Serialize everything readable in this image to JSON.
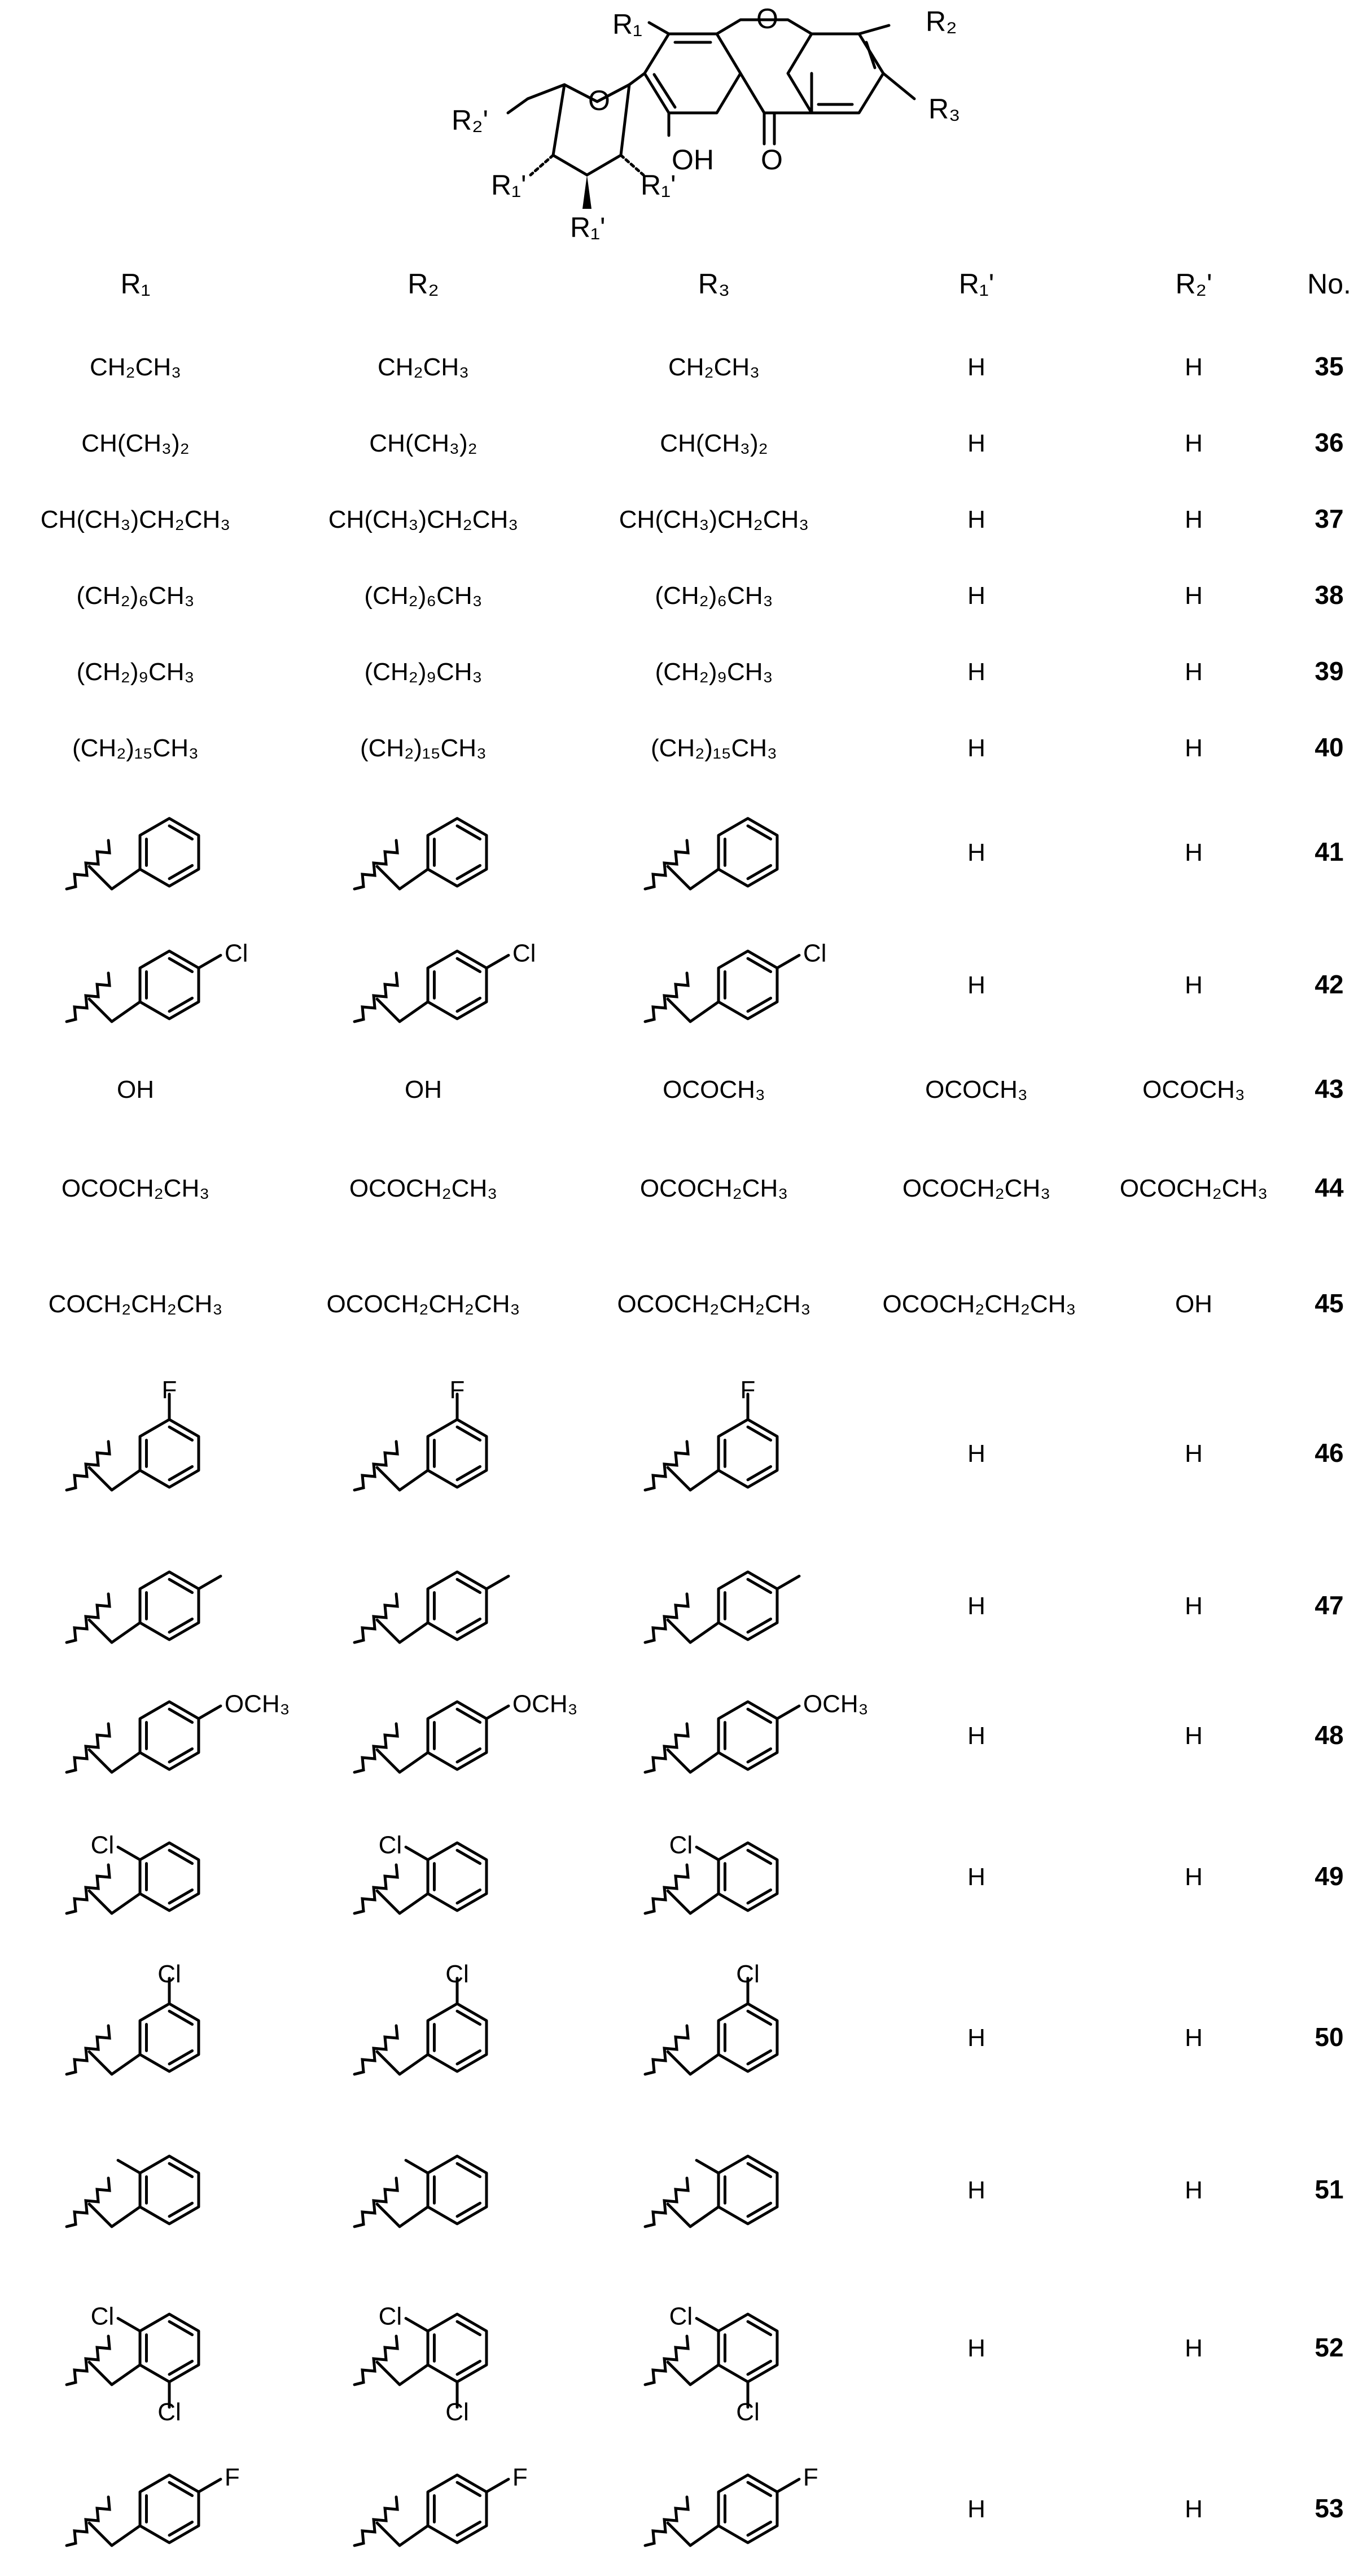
{
  "scaffold": {
    "labels": {
      "r1": "R₁",
      "r2": "R₂",
      "r3": "R₃",
      "r2p": "R₂'",
      "r1p_left": "R₁'",
      "r1p_right": "R₁'",
      "r1p_bottom": "R₁'",
      "ring_o1": "O",
      "ring_o2": "O",
      "carbonyl_o": "O",
      "oh": "OH"
    }
  },
  "table": {
    "headers": {
      "r1": "R₁",
      "r2": "R₂",
      "r3": "R₃",
      "r1p": "R₁'",
      "r2p": "R₂'",
      "no": "No."
    },
    "text_rows": [
      {
        "r1": "CH₂CH₃",
        "r2": "CH₂CH₃",
        "r3": "CH₂CH₃",
        "r1p": "H",
        "r2p": "H",
        "no": "35"
      },
      {
        "r1": "CH(CH₃)₂",
        "r2": "CH(CH₃)₂",
        "r3": "CH(CH₃)₂",
        "r1p": "H",
        "r2p": "H",
        "no": "36"
      },
      {
        "r1": "CH(CH₃)CH₂CH₃",
        "r2": "CH(CH₃)CH₂CH₃",
        "r3": "CH(CH₃)CH₂CH₃",
        "r1p": "H",
        "r2p": "H",
        "no": "37"
      },
      {
        "r1": "(CH₂)₆CH₃",
        "r2": "(CH₂)₆CH₃",
        "r3": "(CH₂)₆CH₃",
        "r1p": "H",
        "r2p": "H",
        "no": "38"
      },
      {
        "r1": "(CH₂)₉CH₃",
        "r2": "(CH₂)₉CH₃",
        "r3": "(CH₂)₉CH₃",
        "r1p": "H",
        "r2p": "H",
        "no": "39"
      },
      {
        "r1": "(CH₂)₁₅CH₃",
        "r2": "(CH₂)₁₅CH₃",
        "r3": "(CH₂)₁₅CH₃",
        "r1p": "H",
        "r2p": "H",
        "no": "40"
      }
    ],
    "ester_rows": [
      {
        "r1": "OH",
        "r2": "OH",
        "r3": "OCOCH₃",
        "r1p": "OCOCH₃",
        "r2p": "OCOCH₃",
        "no": "43"
      },
      {
        "r1": "OCOCH₂CH₃",
        "r2": "OCOCH₂CH₃",
        "r3": "OCOCH₂CH₃",
        "r1p": "OCOCH₂CH₃",
        "r2p": "OCOCH₂CH₃",
        "no": "44"
      },
      {
        "r1": "COCH₂CH₂CH₃",
        "r2": "OCOCH₂CH₂CH₃",
        "r3": "OCOCH₂CH₂CH₃",
        "r1p": "OCOCH₂CH₂CH₃",
        "r2p": "OH",
        "no": "45"
      }
    ],
    "benzyl_rows": [
      {
        "no": "41",
        "r1p": "H",
        "r2p": "H",
        "substituents": []
      },
      {
        "no": "42",
        "r1p": "H",
        "r2p": "H",
        "substituents": [
          {
            "pos": "para",
            "label": "Cl"
          }
        ]
      },
      {
        "no": "46",
        "r1p": "H",
        "r2p": "H",
        "substituents": [
          {
            "pos": "meta",
            "label": "F"
          }
        ]
      },
      {
        "no": "47",
        "r1p": "H",
        "r2p": "H",
        "substituents": [
          {
            "pos": "para",
            "label": ""
          }
        ]
      },
      {
        "no": "48",
        "r1p": "H",
        "r2p": "H",
        "substituents": [
          {
            "pos": "para",
            "label": "OCH₃"
          }
        ]
      },
      {
        "no": "49",
        "r1p": "H",
        "r2p": "H",
        "substituents": [
          {
            "pos": "ortho",
            "label": "Cl"
          }
        ]
      },
      {
        "no": "50",
        "r1p": "H",
        "r2p": "H",
        "substituents": [
          {
            "pos": "meta",
            "label": "Cl"
          }
        ]
      },
      {
        "no": "51",
        "r1p": "H",
        "r2p": "H",
        "substituents": [
          {
            "pos": "ortho",
            "label": ""
          }
        ]
      },
      {
        "no": "52",
        "r1p": "H",
        "r2p": "H",
        "substituents": [
          {
            "pos": "ortho",
            "label": "Cl"
          },
          {
            "pos": "ortho2",
            "label": "Cl"
          }
        ]
      },
      {
        "no": "53",
        "r1p": "H",
        "r2p": "H",
        "substituents": [
          {
            "pos": "para",
            "label": "F"
          }
        ]
      }
    ]
  }
}
